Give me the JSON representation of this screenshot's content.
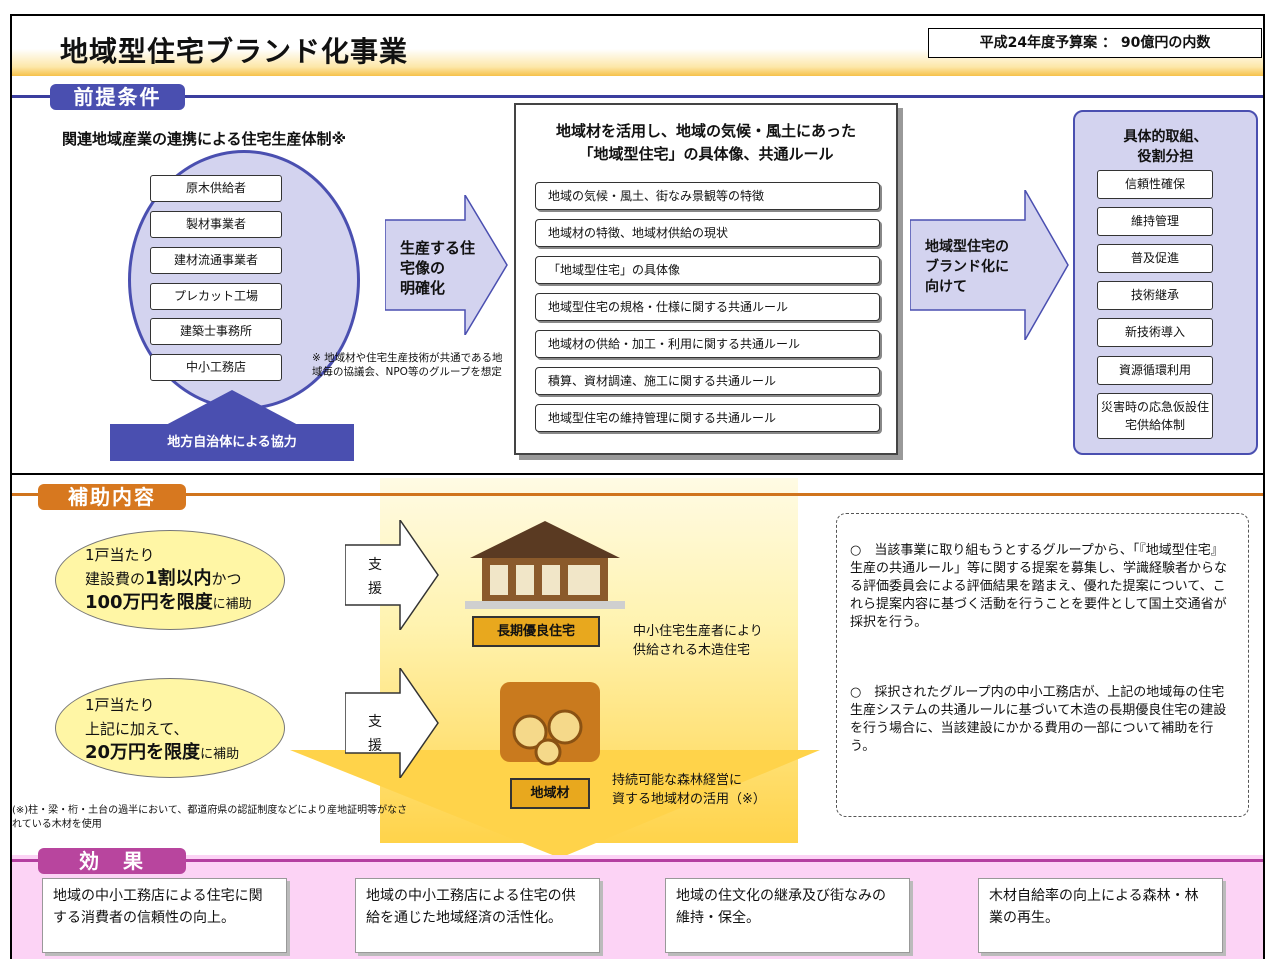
{
  "title": "地域型住宅ブランド化事業",
  "budget": "平成24年度予算案 ： 90億円の内数",
  "section1": {
    "tab": "前提条件",
    "subtitle": "関連地域産業の連携による住宅生産体制※",
    "actors": [
      "原木供給者",
      "製材事業者",
      "建材流通事業者",
      "プレカット工場",
      "建築士事務所",
      "中小工務店"
    ],
    "local_gov": "地方自治体による協力",
    "footnote": "※ 地域材や住宅生産技術が共通である地域毎の協議会、NPO等のグループを想定",
    "arrow1": [
      "生産する住",
      "宅像の",
      "明確化"
    ],
    "middle_title": [
      "地域材を活用し、地域の気候・風土にあった",
      "「地域型住宅」の具体像、共通ルール"
    ],
    "rules": [
      "地域の気候・風土、街なみ景観等の特徴",
      "地域材の特徴、地域材供給の現状",
      "「地域型住宅」の具体像",
      "地域型住宅の規格・仕様に関する共通ルール",
      "地域材の供給・加工・利用に関する共通ルール",
      "積算、資材調達、施工に関する共通ルール",
      "地域型住宅の維持管理に関する共通ルール"
    ],
    "arrow2": [
      "地域型住宅の",
      "ブランド化に",
      "向けて"
    ],
    "right_title": [
      "具体的取組、",
      "役割分担"
    ],
    "roles": [
      "信頼性確保",
      "維持管理",
      "普及促進",
      "技術継承",
      "新技術導入",
      "資源循環利用",
      "災害時の応急仮設住宅供給体制"
    ]
  },
  "section2": {
    "tab": "補助内容",
    "aid1": {
      "l1": "1戸当たり",
      "l2a": "建設費の",
      "l2b": "1割以内",
      "l2c": "かつ",
      "l3a": "100万円を限度",
      "l3b": "に補助"
    },
    "aid2": {
      "l1": "1戸当たり",
      "l2": "上記に加えて、",
      "l3a": "20万円を限度",
      "l3b": "に補助"
    },
    "support": [
      "支",
      "援"
    ],
    "house_label": "長期優良住宅",
    "house_note": [
      "中小住宅生産者により",
      "供給される木造住宅"
    ],
    "wood_label": "地域材",
    "wood_note": [
      "持続可能な森林経営に",
      "資する地域材の活用（※）"
    ],
    "para1": "○　当該事業に取り組もうとするグループから、「『地域型住宅』生産の共通ルール」等に関する提案を募集し、学識経験者からなる評価委員会による評価結果を踏まえ、優れた提案について、これら提案内容に基づく活動を行うことを要件として国土交通省が採択を行う。",
    "para2": "○　採択されたグループ内の中小工務店が、上記の地域毎の住宅生産システムの共通ルールに基づいて木造の長期優良住宅の建設を行う場合に、当該建設にかかる費用の一部について補助を行う。",
    "footnote": "(※)柱・梁・桁・土台の過半において、都道府県の認証制度などにより産地証明等がなされている木材を使用"
  },
  "section3": {
    "tab": "効　果",
    "effects": [
      "地域の中小工務店による住宅に関する消費者の信頼性の向上。",
      "地域の中小工務店による住宅の供給を通じた地域経済の活性化。",
      "地域の住文化の継承及び街なみの維持・保全。",
      "木材自給率の向上による森林・林業の再生。"
    ]
  },
  "colors": {
    "section1": "#4a4fb0",
    "section2": "#d7781f",
    "section3": "#b8459e",
    "panel": "#ffd34a"
  }
}
